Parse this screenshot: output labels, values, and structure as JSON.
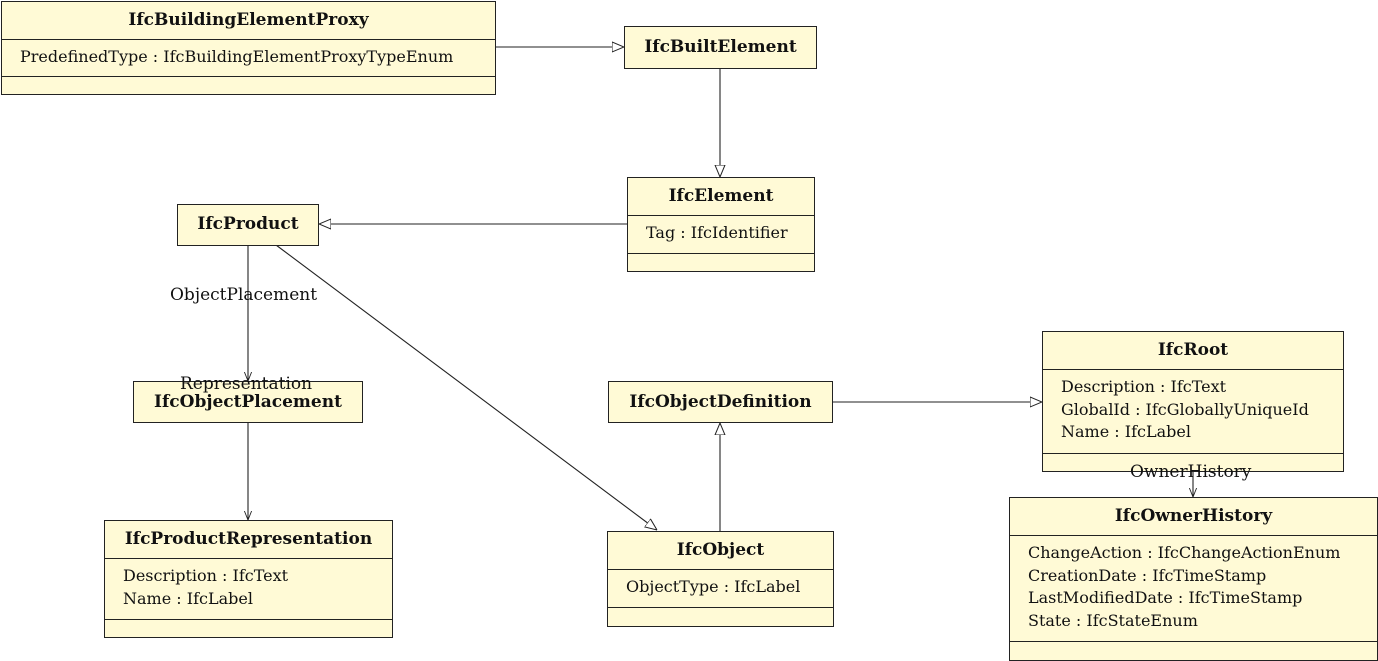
{
  "classes": {
    "building_element_proxy": {
      "name": "IfcBuildingElementProxy",
      "attributes": [
        "PredefinedType : IfcBuildingElementProxyTypeEnum"
      ]
    },
    "built_element": {
      "name": "IfcBuiltElement"
    },
    "element": {
      "name": "IfcElement",
      "attributes": [
        "Tag : IfcIdentifier"
      ]
    },
    "product": {
      "name": "IfcProduct"
    },
    "object_placement": {
      "name": "IfcObjectPlacement"
    },
    "product_representation": {
      "name": "IfcProductRepresentation",
      "attributes": [
        "Description : IfcText",
        "Name : IfcLabel"
      ]
    },
    "object_definition": {
      "name": "IfcObjectDefinition"
    },
    "object": {
      "name": "IfcObject",
      "attributes": [
        "ObjectType : IfcLabel"
      ]
    },
    "root": {
      "name": "IfcRoot",
      "attributes": [
        "Description : IfcText",
        "GlobalId : IfcGloballyUniqueId",
        "Name : IfcLabel"
      ]
    },
    "owner_history": {
      "name": "IfcOwnerHistory",
      "attributes": [
        "ChangeAction : IfcChangeActionEnum",
        "CreationDate : IfcTimeStamp",
        "LastModifiedDate : IfcTimeStamp",
        "State : IfcStateEnum"
      ]
    }
  },
  "associations": {
    "object_placement": "ObjectPlacement",
    "representation": "Representation",
    "owner_history": "OwnerHistory"
  }
}
